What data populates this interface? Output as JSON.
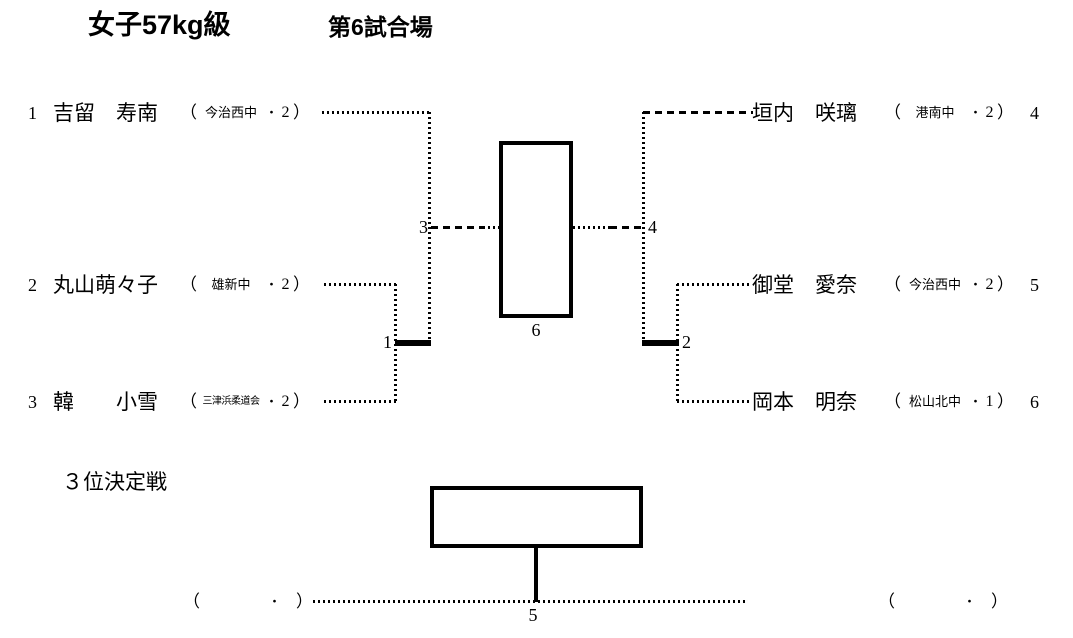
{
  "header": {
    "title": "女子57kg級",
    "court": "第6試合場"
  },
  "competitors": {
    "left": [
      {
        "seed": "1",
        "name": "吉留　寿南",
        "club": "今治西中",
        "grade": "2"
      },
      {
        "seed": "2",
        "name": "丸山萌々子",
        "club": "雄新中",
        "grade": "2"
      },
      {
        "seed": "3",
        "name": "韓　　小雪",
        "club": "三津浜柔道会",
        "grade": "2"
      }
    ],
    "right": [
      {
        "seed": "4",
        "name": "垣内　咲璃",
        "club": "港南中",
        "grade": "2"
      },
      {
        "seed": "5",
        "name": "御堂　愛奈",
        "club": "今治西中",
        "grade": "2"
      },
      {
        "seed": "6",
        "name": "岡本　明奈",
        "club": "松山北中",
        "grade": "1"
      }
    ]
  },
  "symbols": {
    "open": "（",
    "close": "）",
    "dot": "・"
  },
  "matches": {
    "m1": "1",
    "m2": "2",
    "m3": "3",
    "m4": "4",
    "third": "5",
    "final": "6"
  },
  "third_place": {
    "label": "３位決定戦"
  }
}
